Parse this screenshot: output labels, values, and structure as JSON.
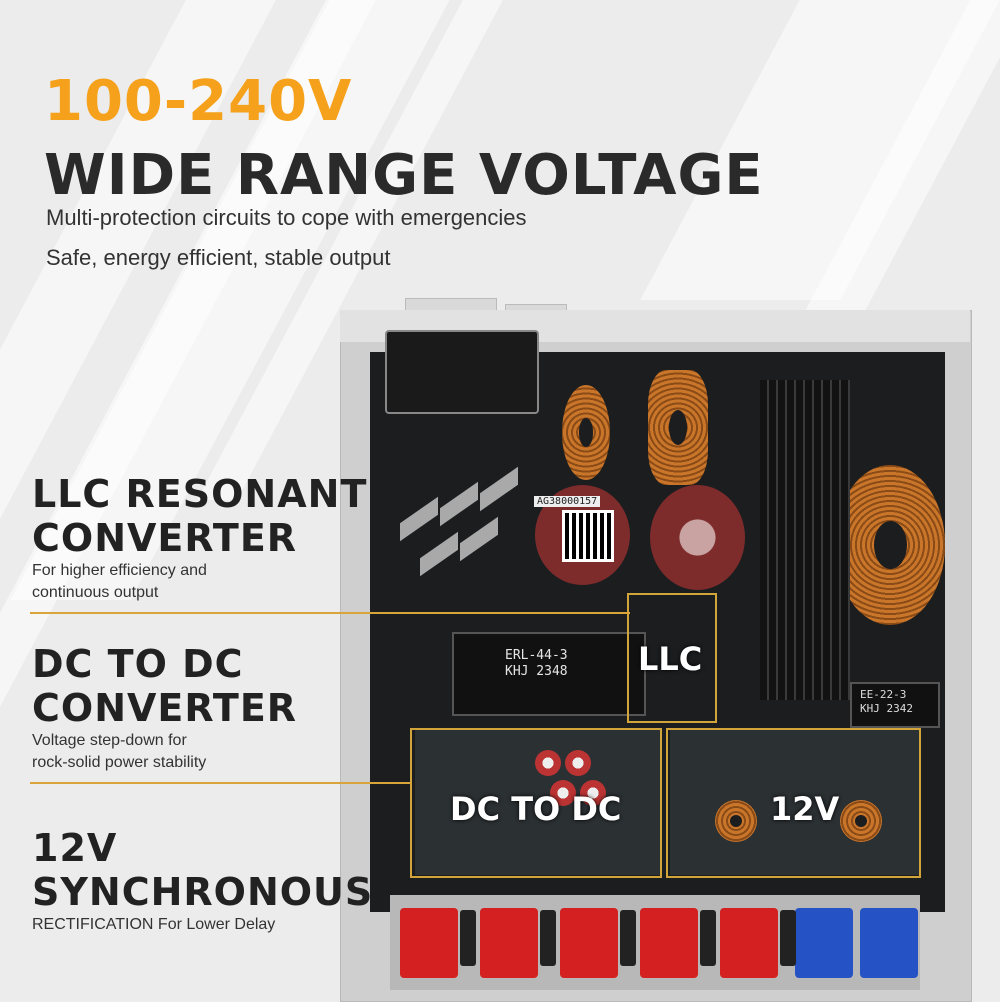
{
  "headline": {
    "line1": "100-240V",
    "line2": "WIDE RANGE VOLTAGE"
  },
  "sublines": [
    "Multi-protection circuits to cope with emergencies",
    "Safe, energy efficient, stable output"
  ],
  "features": [
    {
      "title_l1": "LLC RESONANT",
      "title_l2": "CONVERTER",
      "sub_l1": "For higher efficiency and",
      "sub_l2": "continuous output"
    },
    {
      "title_l1": "DC TO DC",
      "title_l2": "CONVERTER",
      "sub_l1": "Voltage step-down for",
      "sub_l2": "rock-solid power stability"
    },
    {
      "title_l1": "12V",
      "title_l2": "SYNCHRONOUS",
      "sub_l1": "RECTIFICATION For Lower Delay",
      "sub_l2": ""
    }
  ],
  "callouts": {
    "llc": "LLC",
    "dcdc": "DC TO DC",
    "v12": "12V"
  },
  "board_labels": {
    "transformer_l1": "ERL-44-3",
    "transformer_l2": "KHJ 2348",
    "ee_l1": "EE-22-3",
    "ee_l2": "KHJ 2342",
    "qr_code_text": "AG38000157"
  },
  "colors": {
    "accent": "#f5a11b",
    "dark_text": "#2a2a2a",
    "callout_line": "#d9a43a"
  }
}
